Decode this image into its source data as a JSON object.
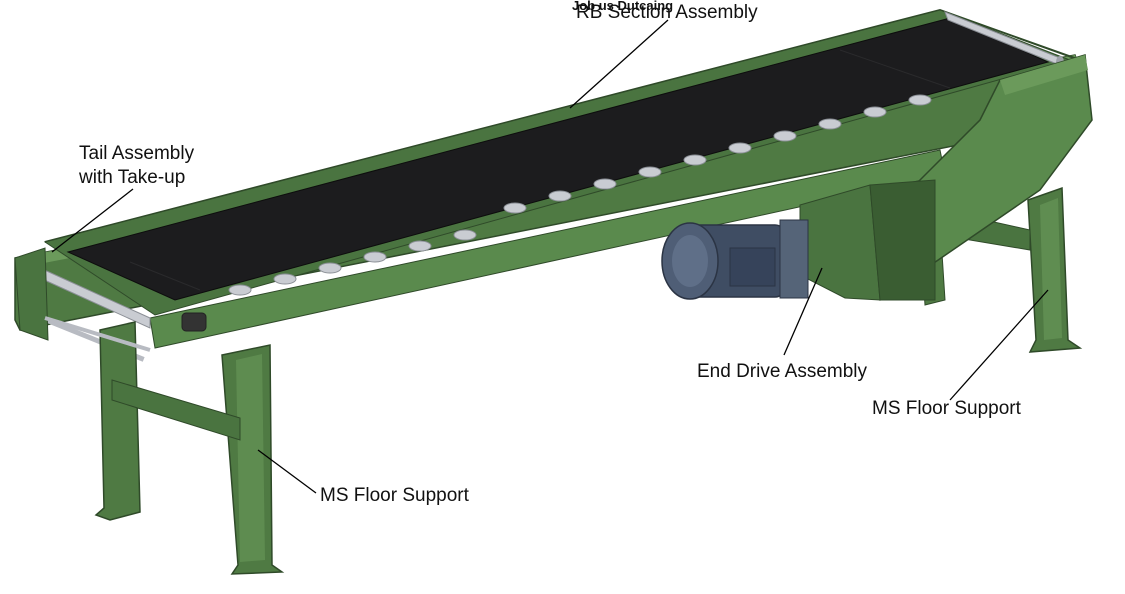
{
  "diagram": {
    "top_fragment": "Job us Dutcaing",
    "labels": {
      "rb_section": "RB Section Assembly",
      "tail_line1": "Tail Assembly",
      "tail_line2": "with Take-up",
      "end_drive": "End Drive Assembly",
      "ms_floor_left": "MS Floor Support",
      "ms_floor_right": "MS Floor Support"
    }
  },
  "colors": {
    "frame_green": "#4f7a43",
    "frame_dark": "#3a5d32",
    "frame_light": "#6b9a5b",
    "belt": "#1c1c1e",
    "motor_blue": "#3f4d63",
    "roller_silver": "#c9ccd2"
  }
}
